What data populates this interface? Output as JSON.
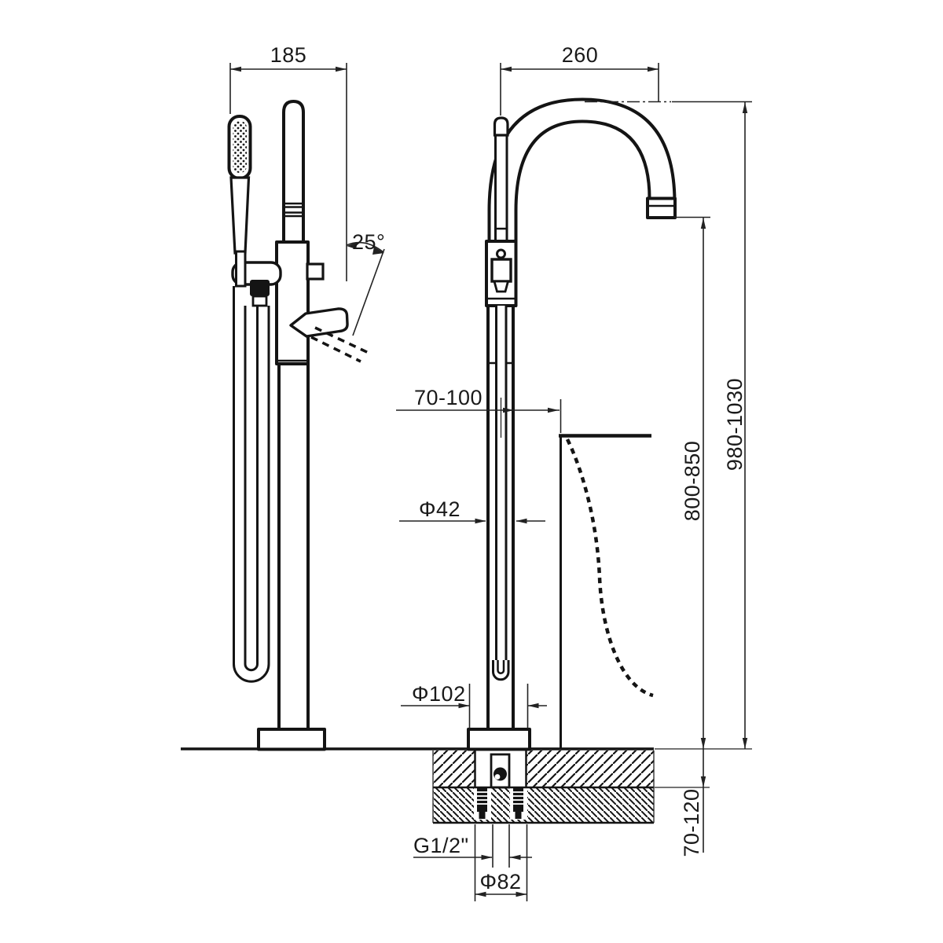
{
  "drawing_type": "bath-mixer-installation-dimension-drawing",
  "colors": {
    "line": "#141414",
    "background": "#ffffff"
  },
  "dims": {
    "width_185": "185",
    "reach_260": "260",
    "angle_25": "25°",
    "tub_offset": "70-100",
    "column_dia": "Φ42",
    "base_dia": "Φ102",
    "spout_height": "800-850",
    "overall_height": "980-1030",
    "mount_depth": "70-120",
    "inlet_thread": "G1/2\"",
    "recess_dia": "Φ82"
  }
}
